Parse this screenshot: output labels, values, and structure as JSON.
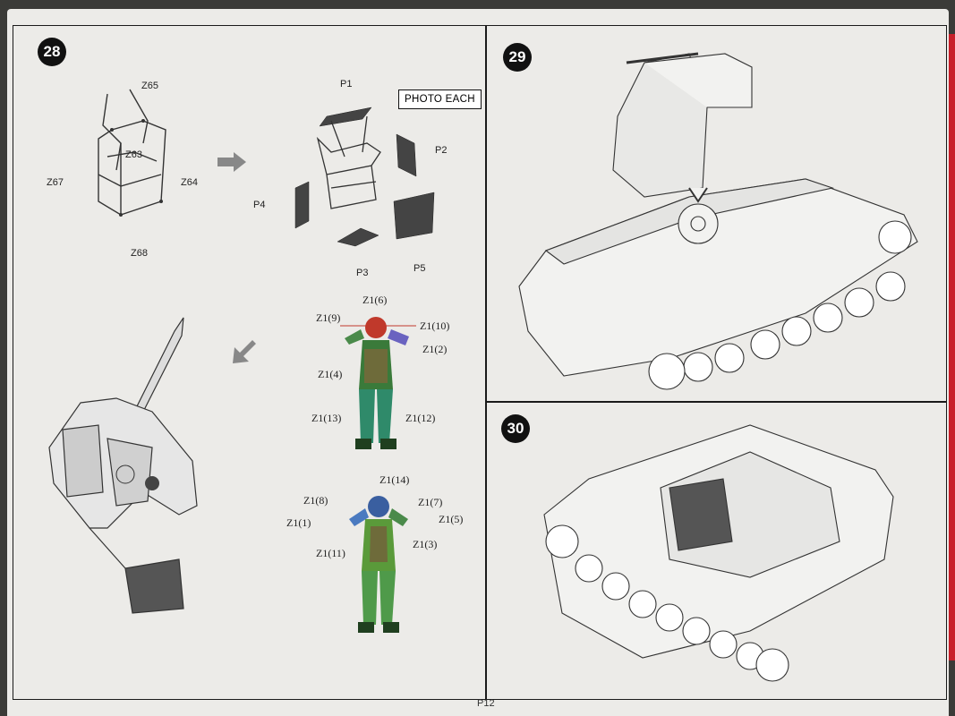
{
  "steps": {
    "s28": "28",
    "s29": "29",
    "s30": "30"
  },
  "photo_etch_label": "PHOTO EACH",
  "cage_labels": {
    "z65": "Z65",
    "z63": "Z63",
    "z67": "Z67",
    "z64": "Z64",
    "z68": "Z68"
  },
  "etch_labels": {
    "p1": "P1",
    "p2": "P2",
    "p3": "P3",
    "p4": "P4",
    "p5": "P5"
  },
  "figure1_labels": {
    "z1_6": "Z1(6)",
    "z1_9": "Z1(9)",
    "z1_10": "Z1(10)",
    "z1_2": "Z1(2)",
    "z1_4": "Z1(4)",
    "z1_13": "Z1(13)",
    "z1_12": "Z1(12)"
  },
  "figure2_labels": {
    "z1_14": "Z1(14)",
    "z1_8": "Z1(8)",
    "z1_7": "Z1(7)",
    "z1_1": "Z1(1)",
    "z1_5": "Z1(5)",
    "z1_3": "Z1(3)",
    "z1_11": "Z1(11)"
  },
  "page_number": "P12",
  "icons": [
    "arrow-right-icon",
    "arrow-down-left-icon",
    "ammo-cage-drawing",
    "flak-gun-drawing",
    "tank-chassis-drawing"
  ]
}
